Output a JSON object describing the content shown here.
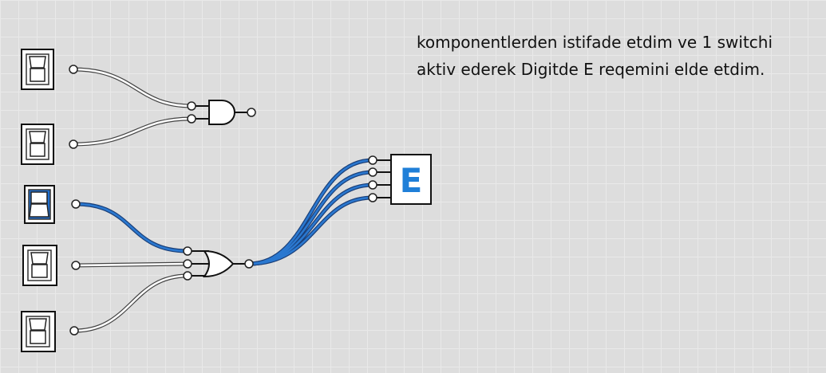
{
  "note": {
    "line1": "komponentlerden istifade etdim ve 1 switchi",
    "line2": "aktiv ederek Digitde E reqemini elde etdim."
  },
  "display": {
    "value": "E",
    "color": "#1f7fd8"
  },
  "switches": [
    {
      "name": "switch-1",
      "state": "off"
    },
    {
      "name": "switch-2",
      "state": "off"
    },
    {
      "name": "switch-3",
      "state": "on"
    },
    {
      "name": "switch-4",
      "state": "off"
    },
    {
      "name": "switch-5",
      "state": "off"
    }
  ],
  "gates": [
    {
      "name": "and-gate",
      "type": "AND",
      "inputs": [
        "switch-1",
        "switch-2"
      ]
    },
    {
      "name": "or-gate",
      "type": "OR",
      "inputs": [
        "switch-3",
        "switch-4",
        "switch-5"
      ],
      "output": "digit-display"
    }
  ],
  "colors": {
    "active_wire": "#2a78d0",
    "inactive_wire": "#ffffff",
    "switch_on": "#1f6fd0"
  }
}
